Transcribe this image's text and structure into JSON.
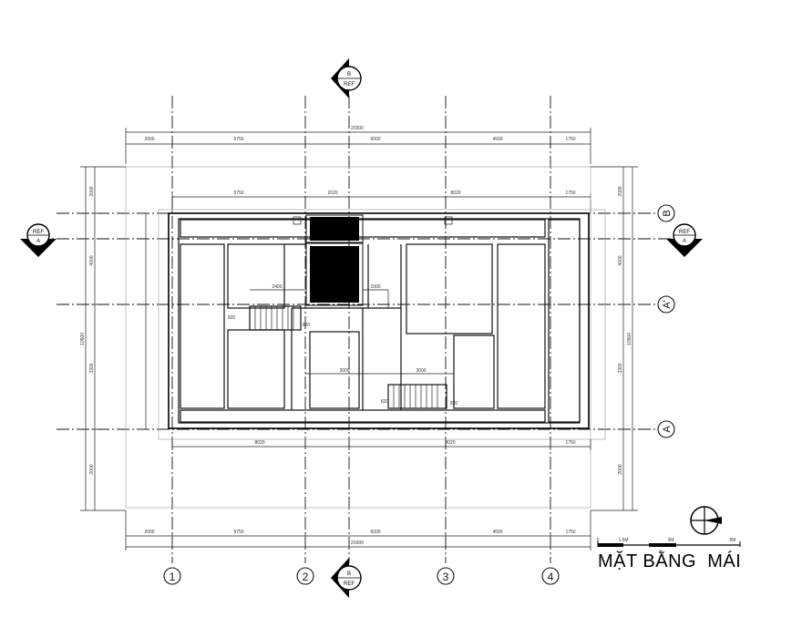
{
  "drawing": {
    "title": "MẶT BẰNG  MÁI",
    "grid_columns": [
      "1",
      "2",
      "3",
      "4"
    ],
    "grid_rows_right": [
      "B",
      "A'",
      "A"
    ],
    "section_markers": {
      "top": {
        "letter": "B",
        "ref": "REF"
      },
      "bottom": {
        "letter": "B",
        "ref": "REF"
      },
      "left": {
        "letter": "A",
        "ref": "REF"
      },
      "right": {
        "letter": "A",
        "ref": "REF"
      }
    },
    "scale_bar": {
      "labels": [
        "0",
        "1.5M",
        "3M",
        "5M"
      ]
    },
    "dimensions": {
      "top_total": "20300",
      "top_chain": [
        "2000",
        "5750",
        "6000",
        "4500",
        "1750"
      ],
      "top_inner": [
        "5750",
        "2020",
        "8020",
        "1750"
      ],
      "bottom_chain": [
        "2000",
        "5750",
        "6000",
        "4500",
        "1750"
      ],
      "bottom_total": "20300",
      "mid_lower": [
        "8020",
        "8020",
        "1750"
      ],
      "left_chain": [
        "2000",
        "4000",
        "3300",
        "2000"
      ],
      "left_total": "10500",
      "right_chain": [
        "2000",
        "4000",
        "3300",
        "2000"
      ],
      "right_total": "10500",
      "stair_left": [
        "2400",
        "1000"
      ],
      "stair_right": [
        "3000"
      ],
      "room_mid": "3000",
      "stair_marks": [
        "820",
        "820",
        "820",
        "820"
      ]
    }
  }
}
